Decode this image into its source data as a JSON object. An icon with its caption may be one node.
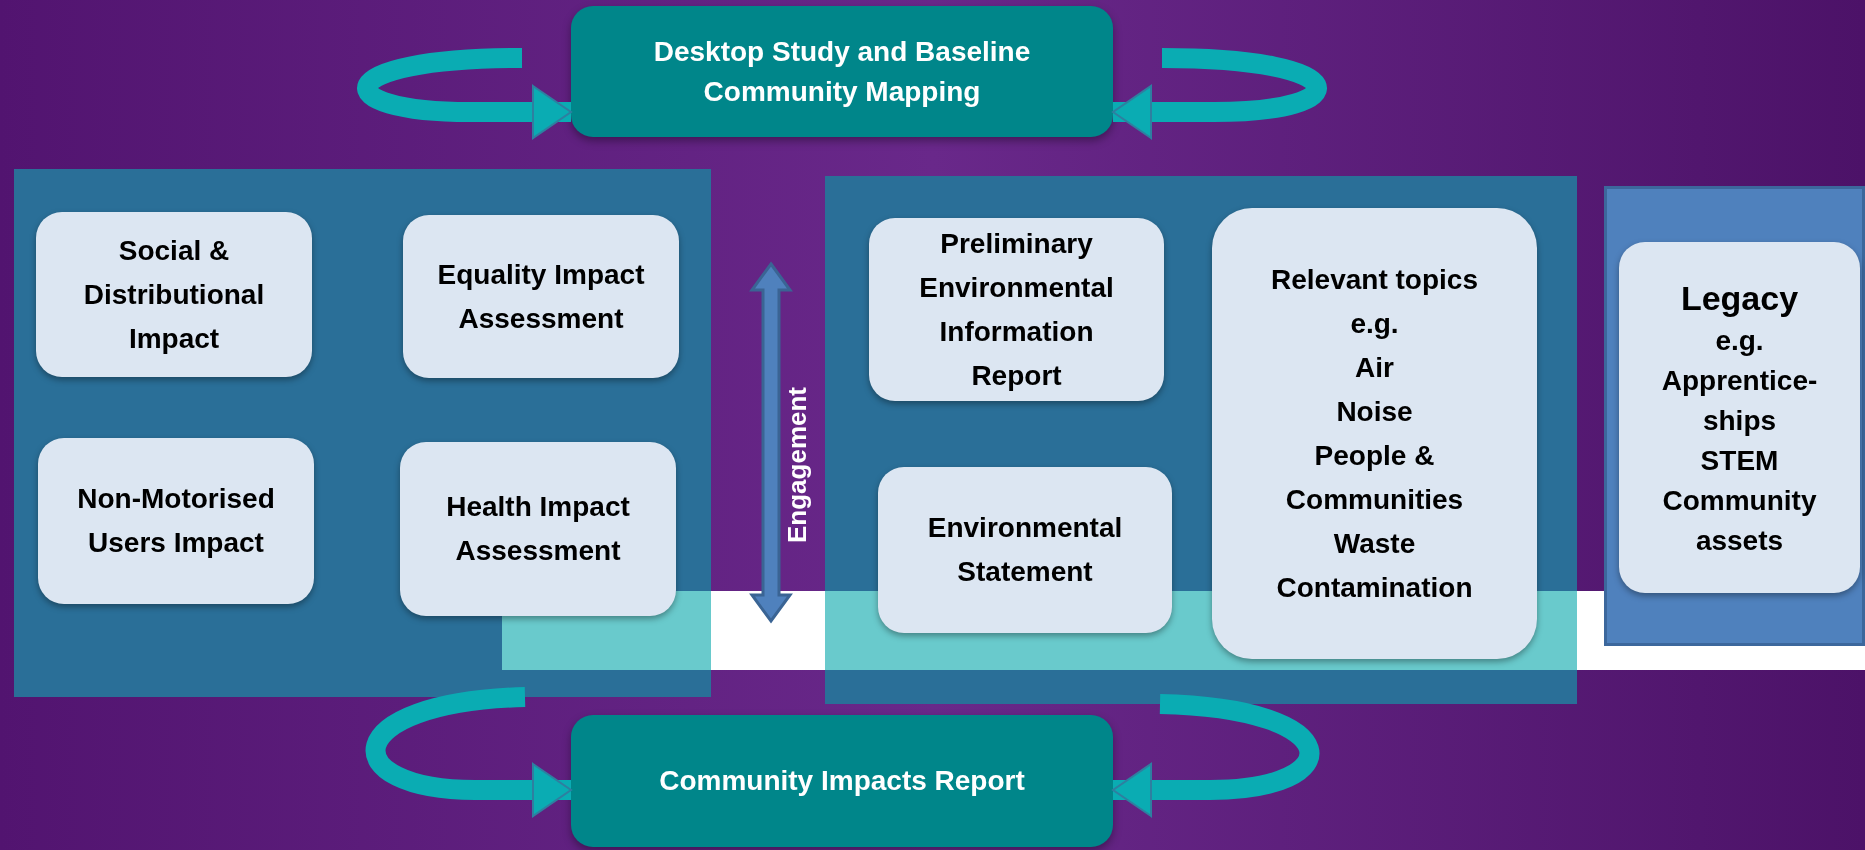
{
  "diagram": {
    "nodes": [
      {
        "text": [
          "Desktop Study and Baseline Community Mapping"
        ]
      },
      {
        "text": [],
        "shape": "box"
      },
      {
        "text": [
          "Social & Distributional Impact"
        ],
        "in": 1
      },
      {
        "text": [
          "Equality Impact Assessment"
        ],
        "in": 1
      },
      {
        "text": [
          "Non-Motorised Users Impact"
        ],
        "in": 1
      },
      {
        "text": [
          "Health Impact Assessment"
        ],
        "in": 1
      },
      {
        "text": [],
        "shape": "box"
      },
      {
        "text": [
          "Preliminary Environmental Information Report"
        ],
        "in": 6
      },
      {
        "text": [
          "Relevant topics",
          "e.g.",
          "Air",
          "Noise",
          "People & Communities",
          "Waste",
          "Contamination"
        ],
        "in": 6
      },
      {
        "text": [
          "Environmental Statement"
        ],
        "in": 6
      },
      {
        "text": [],
        "shape": "box"
      },
      {
        "text": [
          "Legacy",
          "e.g.",
          "Apprentice-ships",
          "STEM",
          "Community assets"
        ],
        "in": 10
      },
      {
        "text": [
          "Community Impacts Report"
        ]
      }
    ],
    "edges": [
      {
        "from": null,
        "to": 0,
        "arrow": "to"
      },
      {
        "from": null,
        "to": 0,
        "arrow": "to"
      },
      {
        "from": 1,
        "to": 12,
        "arrow": "to"
      },
      {
        "from": 6,
        "to": 12,
        "arrow": "to"
      }
    ],
    "labels": [
      "Engagement"
    ]
  }
}
